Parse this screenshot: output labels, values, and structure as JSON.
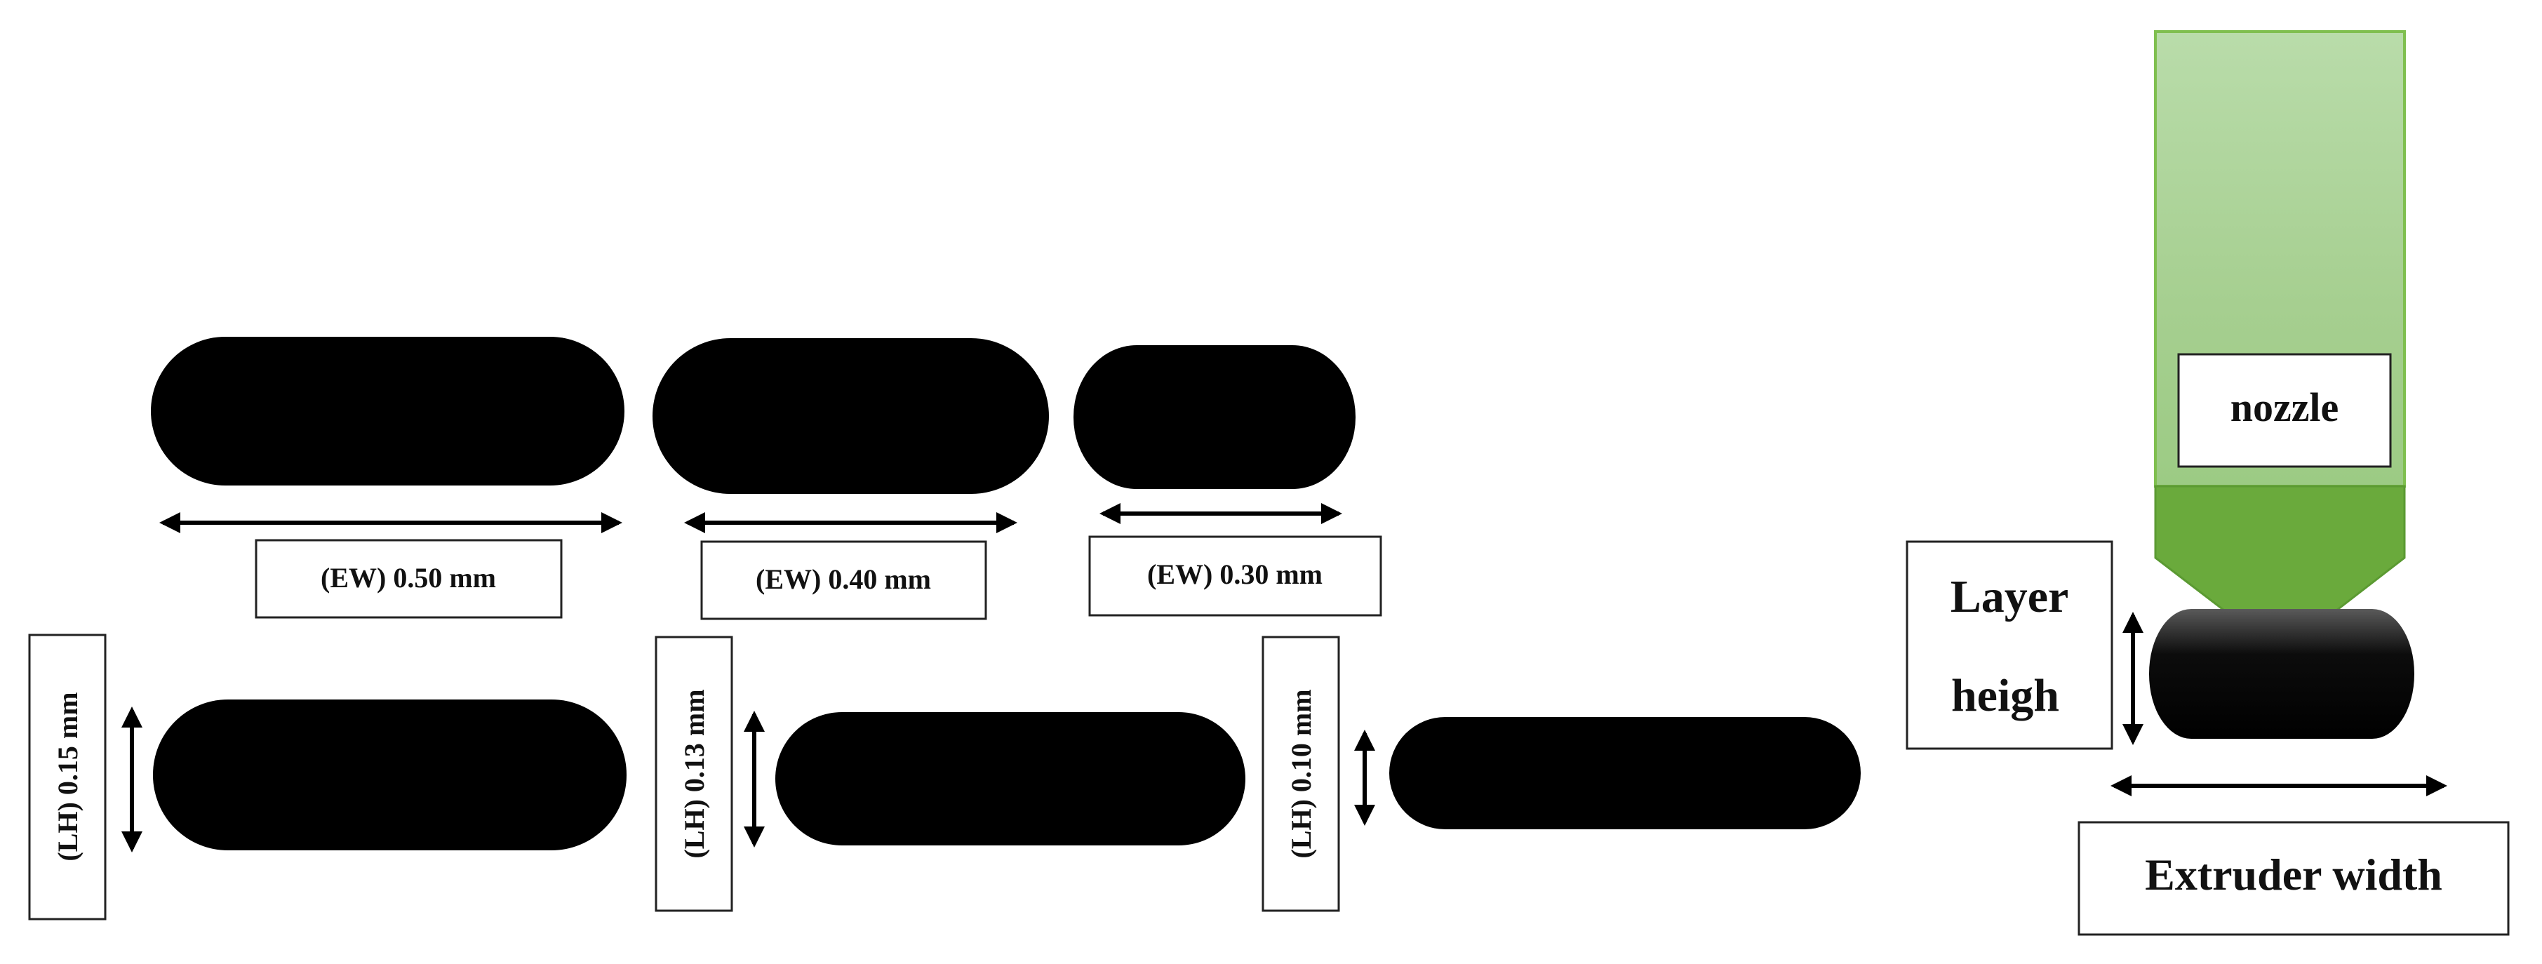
{
  "colors": {
    "filament": "#000000",
    "nozzle_light": "#b5d8a3",
    "nozzle_dark": "#6aaa3c",
    "nozzle_border": "#7fbf4f",
    "label_border": "#222222",
    "arrow": "#000000"
  },
  "extrusion_width_labels": [
    "(EW) 0.50 mm",
    "(EW) 0.40 mm",
    "(EW) 0.30 mm"
  ],
  "layer_height_labels": [
    "(LH) 0.15 mm",
    "(LH) 0.13 mm",
    "(LH) 0.10 mm"
  ],
  "nozzle_diagram": {
    "nozzle_label": "nozzle",
    "layer_height_label_line1": "Layer",
    "layer_height_label_line2": "heigh",
    "extruder_width_label": "Extruder width"
  }
}
